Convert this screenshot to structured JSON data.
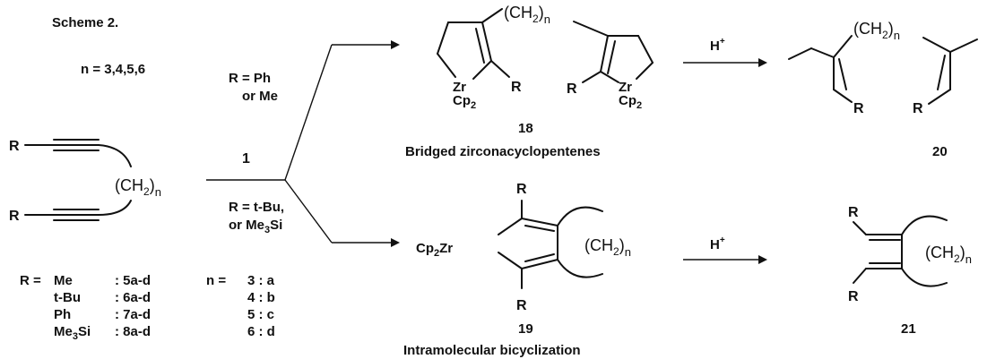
{
  "title": "Scheme 2.",
  "n_values": "n = 3,4,5,6",
  "start_r_top": "R",
  "start_r_bottom": "R",
  "start_ch2": "(CH",
  "start_ch2_sub": "2",
  "start_ch2_close": ")",
  "start_ch2_n": "n",
  "reagent": "1",
  "upper_condition_line1": "R = Ph",
  "upper_condition_line2": "or Me",
  "lower_condition_line1": "R = t-Bu,",
  "lower_condition_line2_a": "or Me",
  "lower_condition_line2_sub": "3",
  "lower_condition_line2_b": "Si",
  "acid_upper": "H",
  "acid_upper_sup": "+",
  "acid_lower": "H",
  "acid_lower_sup": "+",
  "prod18": {
    "bridge": "(CH",
    "bridge_sub": "2",
    "bridge_close": ")",
    "bridge_n": "n",
    "zr_left": "Zr",
    "cp_left": "Cp",
    "cp_left_sub": "2",
    "r_left": "R",
    "r_right": "R",
    "zr_right": "Zr",
    "cp_right": "Cp",
    "cp_right_sub": "2",
    "number": "18",
    "caption": "Bridged zirconacyclopentenes"
  },
  "prod20": {
    "bridge": "(CH",
    "bridge_sub": "2",
    "bridge_close": ")",
    "bridge_n": "n",
    "r_left": "R",
    "r_right": "R",
    "number": "20"
  },
  "prod19": {
    "r_top": "R",
    "cp": "Cp",
    "cp_sub": "2",
    "zr": "Zr",
    "ring": "(CH",
    "ring_sub": "2",
    "ring_close": ")",
    "ring_n": "n",
    "r_bottom": "R",
    "number": "19",
    "caption": "Intramolecular bicyclization"
  },
  "prod21": {
    "r_top": "R",
    "ring": "(CH",
    "ring_sub": "2",
    "ring_close": ")",
    "ring_n": "n",
    "r_bottom": "R",
    "number": "21"
  },
  "legend": {
    "r_label": "R =",
    "r_rows": [
      {
        "group": "Me",
        "compounds": ": 5a-d"
      },
      {
        "group": "t-Bu",
        "compounds": ": 6a-d"
      },
      {
        "group": "Ph",
        "compounds": ": 7a-d"
      },
      {
        "group": "Me",
        "group_sub": "3",
        "group_suffix": "Si",
        "compounds": ": 8a-d"
      }
    ],
    "n_label": "n =",
    "n_rows": [
      {
        "value": "3 : a"
      },
      {
        "value": "4 : b"
      },
      {
        "value": "5 : c"
      },
      {
        "value": "6 : d"
      }
    ]
  }
}
